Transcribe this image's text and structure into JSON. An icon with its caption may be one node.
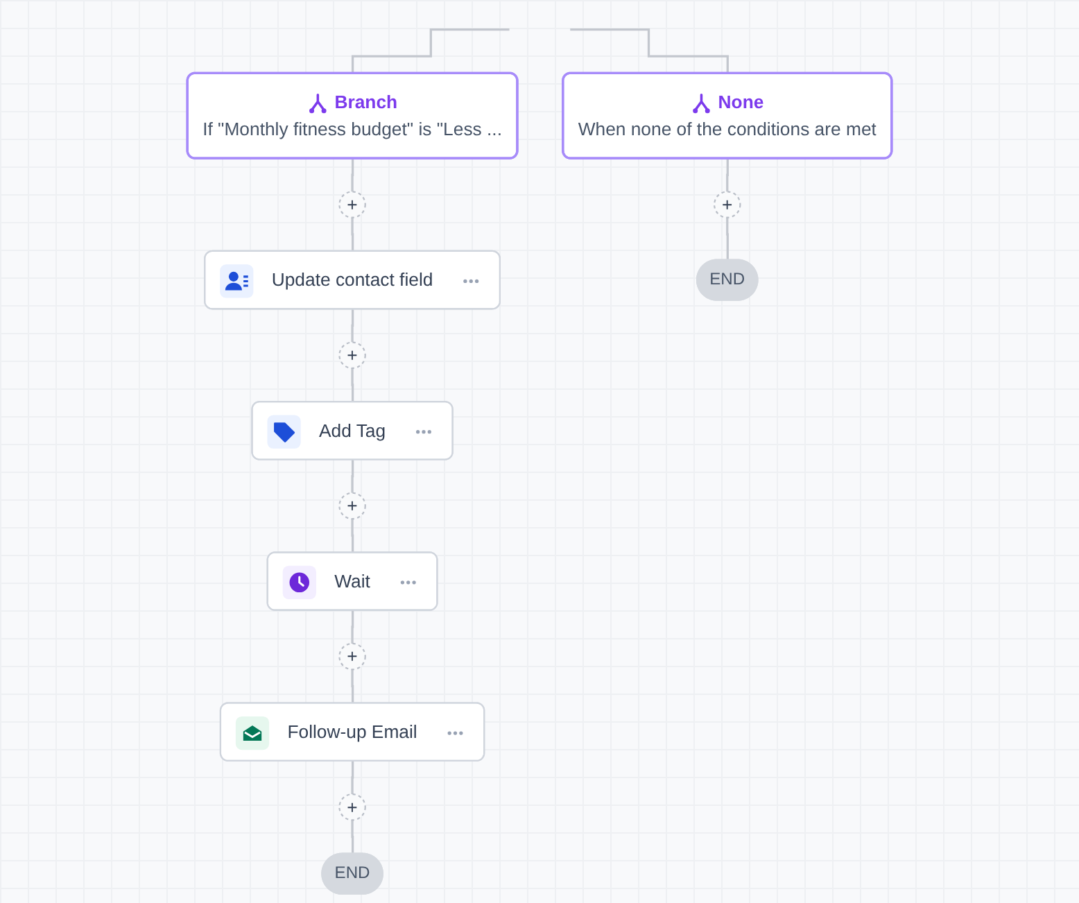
{
  "diagram": {
    "nodes": [
      {
        "text": [
          "Branch",
          "If \"Monthly fitness budget\" is \"Less ..."
        ]
      },
      {
        "text": [
          "None",
          "When none of the conditions are met"
        ]
      },
      {
        "text": [
          "+"
        ]
      },
      {
        "text": [
          "+"
        ]
      },
      {
        "text": [
          "Update contact field"
        ]
      },
      {
        "text": [
          "END"
        ]
      },
      {
        "text": [
          "+"
        ]
      },
      {
        "text": [
          "Add Tag"
        ]
      },
      {
        "text": [
          "+"
        ]
      },
      {
        "text": [
          "Wait"
        ]
      },
      {
        "text": [
          "+"
        ]
      },
      {
        "text": [
          "Follow-up Email"
        ]
      },
      {
        "text": [
          "+"
        ]
      },
      {
        "text": [
          "END"
        ]
      }
    ],
    "edges": [
      {
        "from": null,
        "to": 0,
        "arrow": "none"
      },
      {
        "from": null,
        "to": 1,
        "arrow": "none"
      },
      {
        "from": 0,
        "to": 2,
        "arrow": "none"
      },
      {
        "from": 2,
        "to": 4,
        "arrow": "none"
      },
      {
        "from": 4,
        "to": 6,
        "arrow": "none"
      },
      {
        "from": 6,
        "to": 7,
        "arrow": "none"
      },
      {
        "from": 7,
        "to": 8,
        "arrow": "none"
      },
      {
        "from": 8,
        "to": 9,
        "arrow": "none"
      },
      {
        "from": 9,
        "to": 10,
        "arrow": "none"
      },
      {
        "from": 10,
        "to": 11,
        "arrow": "none"
      },
      {
        "from": 11,
        "to": 12,
        "arrow": "none"
      },
      {
        "from": 12,
        "to": 13,
        "arrow": "none"
      },
      {
        "from": 1,
        "to": 3,
        "arrow": "none"
      },
      {
        "from": 3,
        "to": 5,
        "arrow": "none"
      }
    ]
  }
}
